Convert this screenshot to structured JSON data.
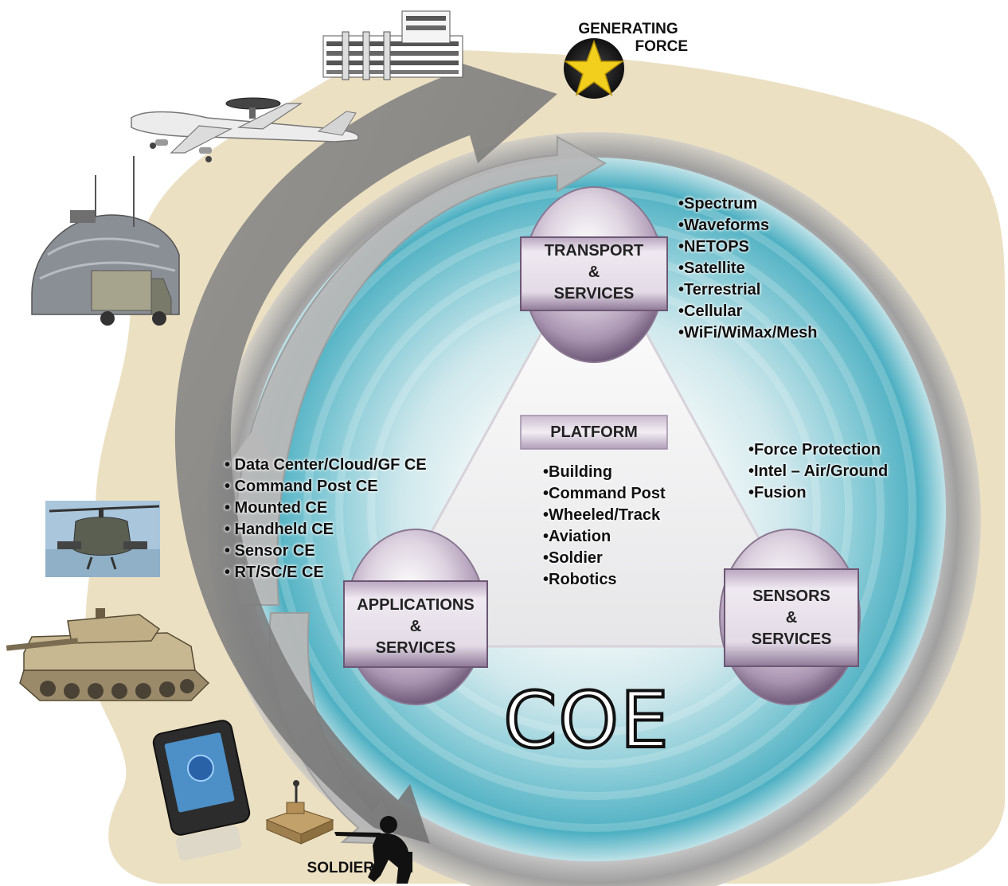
{
  "labels": {
    "generating_force": [
      "GENERATING",
      "FORCE"
    ],
    "soldier": "SOLDIER",
    "coe": "COE"
  },
  "hubs": {
    "transport": {
      "lines": [
        "TRANSPORT",
        "&",
        "SERVICES"
      ]
    },
    "applications": {
      "lines": [
        "APPLICATIONS",
        "&",
        "SERVICES"
      ]
    },
    "sensors": {
      "lines": [
        "SENSORS",
        "&",
        "SERVICES"
      ]
    }
  },
  "platform": {
    "title": "PLATFORM",
    "items": [
      "•Building",
      "•Command Post",
      "•Wheeled/Track",
      "•Aviation",
      "•Soldier",
      "•Robotics"
    ]
  },
  "transport_items": [
    "•Spectrum",
    "•Waveforms",
    "•NETOPS",
    "•Satellite",
    "•Terrestrial",
    "•Cellular",
    "•WiFi/WiMax/Mesh"
  ],
  "sensor_items": [
    "•Force Protection",
    "•Intel – Air/Ground",
    "•Fusion"
  ],
  "ce_items": [
    "• Data Center/Cloud/GF CE",
    "• Command Post CE",
    "• Mounted CE",
    "• Handheld CE",
    "• Sensor CE",
    "• RT/SC/E CE"
  ],
  "colors": {
    "beige": "#ece0c3",
    "teal": "#58b6c7",
    "ring": "#a9a9a9",
    "hub": "#9e8ba6",
    "hub_dark": "#6c5874",
    "star": "#f2cf1c"
  },
  "icons": [
    "building-icon",
    "awacs-aircraft-icon",
    "shelter-truck-icon",
    "helicopter-icon",
    "tank-icon",
    "handheld-device-icon",
    "sensor-device-icon",
    "soldier-silhouette-icon",
    "star-icon"
  ]
}
